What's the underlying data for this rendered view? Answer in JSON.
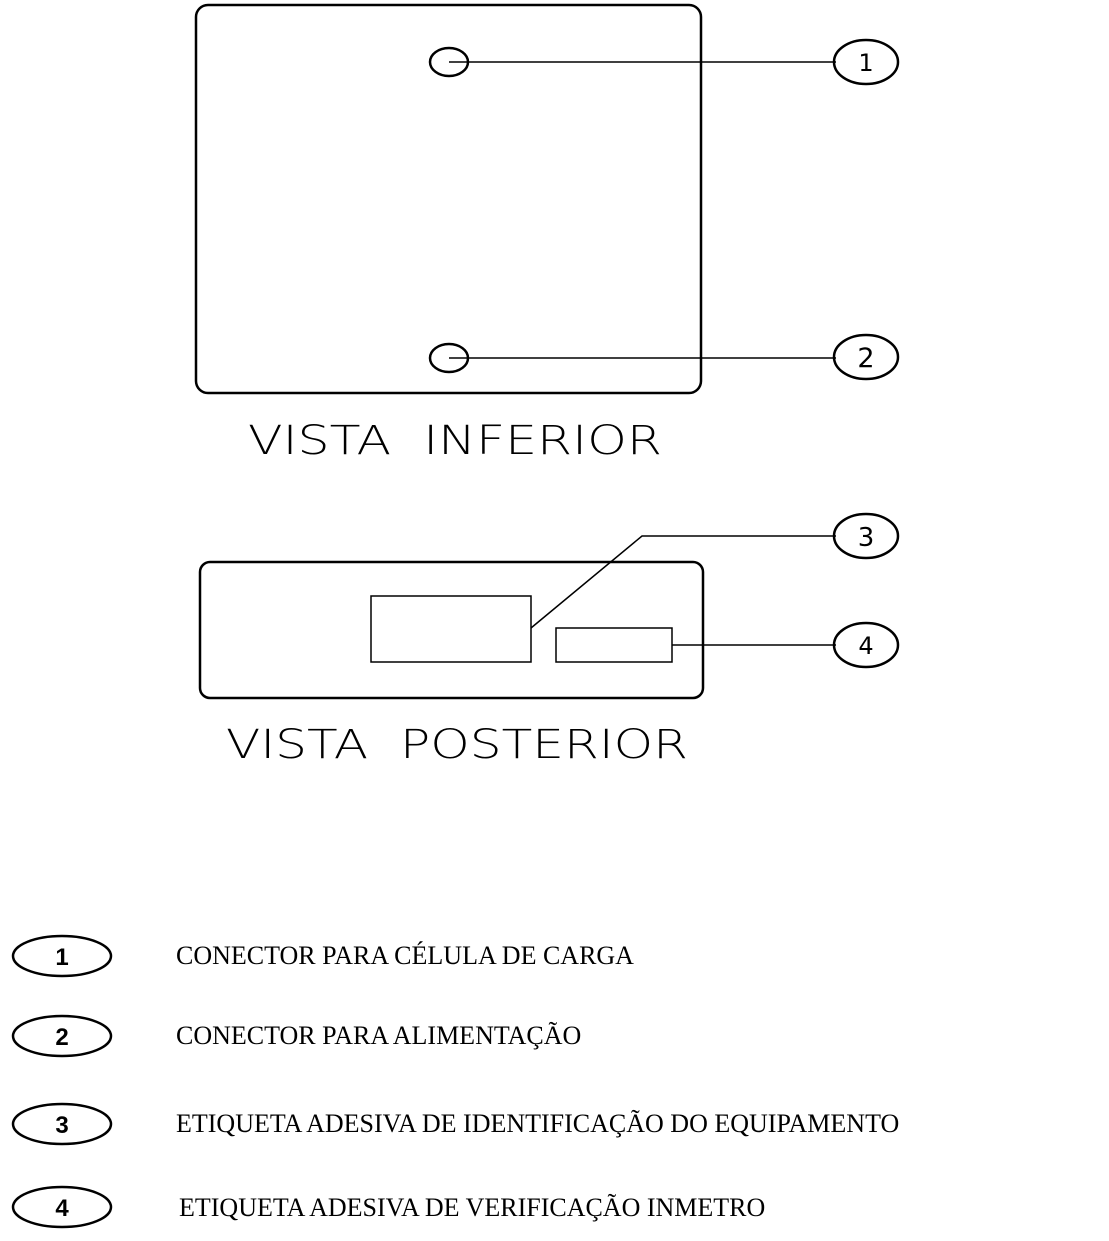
{
  "views": {
    "bottom": {
      "title": "VISTA  INFERIOR",
      "callouts": [
        "1",
        "2"
      ]
    },
    "rear": {
      "title": "VISTA  POSTERIOR",
      "callouts": [
        "3",
        "4"
      ]
    }
  },
  "legend": [
    {
      "number": "1",
      "text": "CONECTOR PARA CÉLULA DE CARGA"
    },
    {
      "number": "2",
      "text": "CONECTOR PARA ALIMENTAÇÃO"
    },
    {
      "number": "3",
      "text": "ETIQUETA ADESIVA DE IDENTIFICAÇÃO DO EQUIPAMENTO"
    },
    {
      "number": "4",
      "text": "ETIQUETA ADESIVA DE VERIFICAÇÃO INMETRO"
    }
  ]
}
